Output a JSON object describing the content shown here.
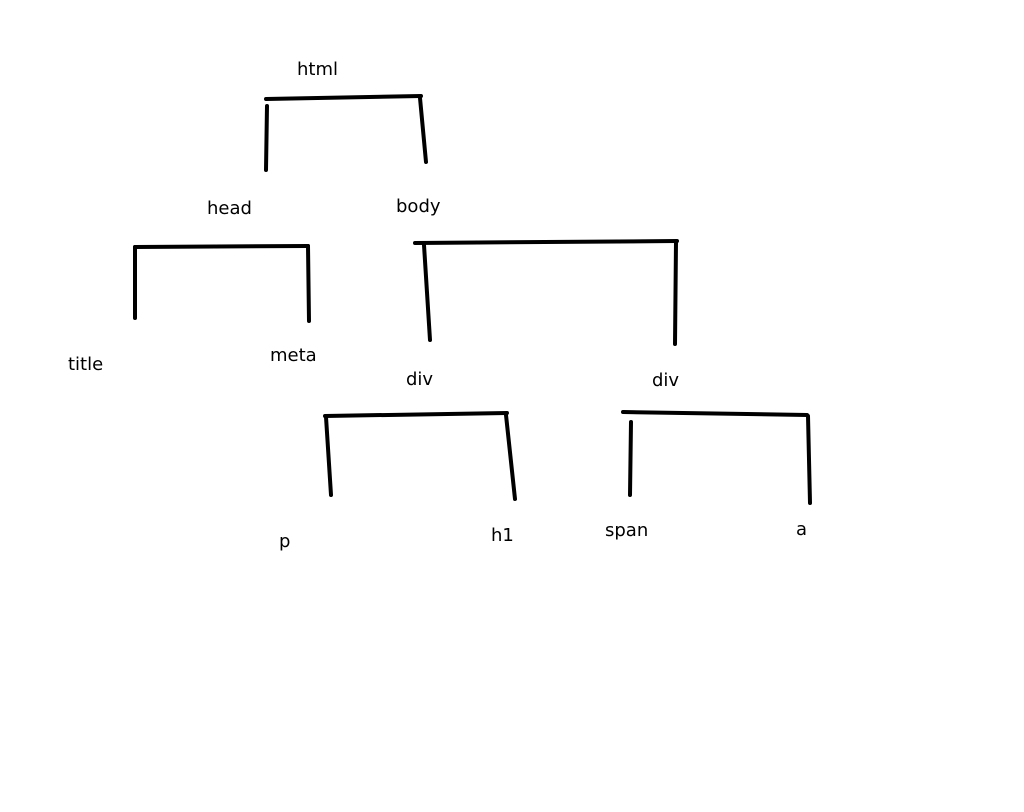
{
  "diagram": {
    "nodes": {
      "html": "html",
      "head": "head",
      "body": "body",
      "title": "title",
      "meta": "meta",
      "div1": "div",
      "div2": "div",
      "p": "p",
      "h1": "h1",
      "span": "span",
      "a": "a"
    },
    "edges": [
      [
        "html",
        "head"
      ],
      [
        "html",
        "body"
      ],
      [
        "head",
        "title"
      ],
      [
        "head",
        "meta"
      ],
      [
        "body",
        "div1"
      ],
      [
        "body",
        "div2"
      ],
      [
        "div1",
        "p"
      ],
      [
        "div1",
        "h1"
      ],
      [
        "div2",
        "span"
      ],
      [
        "div2",
        "a"
      ]
    ],
    "line_color": "#000000"
  }
}
